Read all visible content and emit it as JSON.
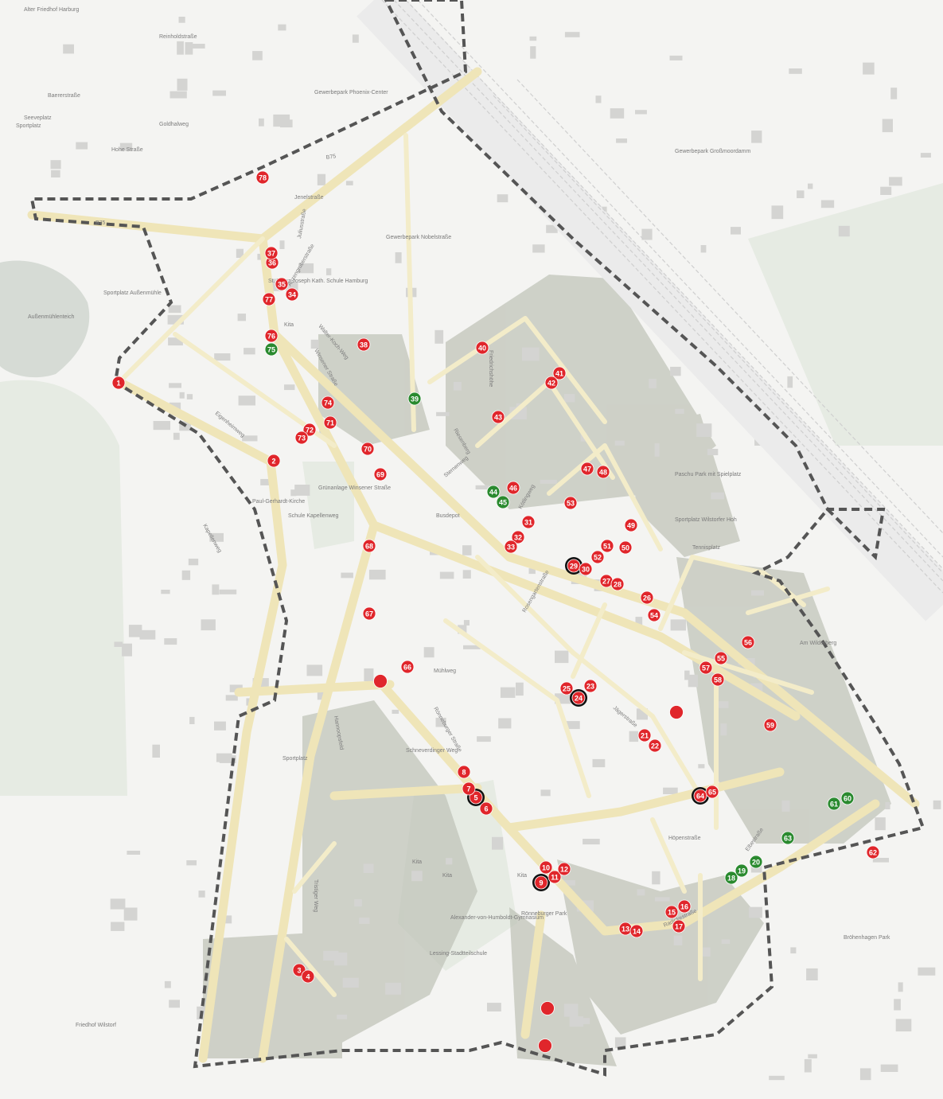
{
  "colors": {
    "background": "#f4f4f2",
    "block": "#e4e4e2",
    "building": "#d4d4d2",
    "green_area": "#e6ebe3",
    "park_area": "#bec2b6",
    "water": "#d6dbd5",
    "road_major": "#efe5b8",
    "road_minor": "#f3ecc9",
    "railway": "#cfcfcf",
    "boundary": "#555555",
    "marker_red": "#e0262b",
    "marker_green": "#2a8a2f",
    "marker_ring": "#111111"
  },
  "street_labels": [
    "Reinholdstraße",
    "Baererstraße",
    "Seeveplatz",
    "Goldhalweg",
    "Hohe Straße",
    "Sportplatz",
    "B75",
    "B75",
    "Jenelstraße",
    "Julius­straße",
    "Anzengruberstraße",
    "Winsener Straße",
    "Walter-Koch-Weg",
    "Eigenheimweg",
    "Rönneburger Straße",
    "Riesenberg",
    "Sternenweg",
    "Mühlweg",
    "Jägerstraße",
    "Rosengartenstraße",
    "Schneverdinger Weg",
    "Höpenstraße",
    "Radickestraße",
    "Kapellenweg",
    "Hannoopsfeld",
    "Tristiger Weg",
    "Am Wilderberg",
    "Friedrichshöhe",
    "Kötlingweg",
    "Elbestraße"
  ],
  "area_labels": [
    "Alter Friedhof Harburg",
    "Gewerbepark Phoenix-Center",
    "Gewerbepark Nobelstraße",
    "St. Franz Joseph Kath. Schule Hamburg",
    "Kita",
    "Grünanlage Winsener Straße",
    "Paul-Gerhardt-Kirche",
    "Schule Kapellenweg",
    "Busdepot",
    "Paschu Park mit Spielplatz",
    "Sportplatz Wilstorfer Hoh",
    "Tennisplatz",
    "Sportplatz Außenmühle",
    "Außenmühlenteich",
    "Gewerbepark Großmoordamm",
    "Kita",
    "Kita",
    "Kita",
    "Alexander-von-Humboldt-Gymnasium",
    "Lessing-Stadtteilschule",
    "Rönneburger Park",
    "Friedhof Wilstorf",
    "Sportplatz",
    "Bröhenhagen Park"
  ],
  "markers": [
    {
      "label": "1",
      "type": "red"
    },
    {
      "label": "2",
      "type": "red"
    },
    {
      "label": "3",
      "type": "red"
    },
    {
      "label": "4",
      "type": "red"
    },
    {
      "label": "5",
      "type": "red-ring"
    },
    {
      "label": "6",
      "type": "red"
    },
    {
      "label": "7",
      "type": "red"
    },
    {
      "label": "8",
      "type": "red"
    },
    {
      "label": "9",
      "type": "red-ring"
    },
    {
      "label": "10",
      "type": "red"
    },
    {
      "label": "11",
      "type": "red"
    },
    {
      "label": "12",
      "type": "red"
    },
    {
      "label": "13",
      "type": "red"
    },
    {
      "label": "14",
      "type": "red"
    },
    {
      "label": "15",
      "type": "red"
    },
    {
      "label": "16",
      "type": "red"
    },
    {
      "label": "17",
      "type": "red"
    },
    {
      "label": "18",
      "type": "green"
    },
    {
      "label": "19",
      "type": "green"
    },
    {
      "label": "20",
      "type": "green"
    },
    {
      "label": "21",
      "type": "red"
    },
    {
      "label": "22",
      "type": "red"
    },
    {
      "label": "23",
      "type": "red"
    },
    {
      "label": "24",
      "type": "red-ring"
    },
    {
      "label": "25",
      "type": "red"
    },
    {
      "label": "26",
      "type": "red"
    },
    {
      "label": "27",
      "type": "red"
    },
    {
      "label": "28",
      "type": "red"
    },
    {
      "label": "29",
      "type": "red-ring"
    },
    {
      "label": "30",
      "type": "red"
    },
    {
      "label": "31",
      "type": "red"
    },
    {
      "label": "32",
      "type": "red"
    },
    {
      "label": "33",
      "type": "red"
    },
    {
      "label": "34",
      "type": "red"
    },
    {
      "label": "35",
      "type": "red"
    },
    {
      "label": "36",
      "type": "red"
    },
    {
      "label": "37",
      "type": "red"
    },
    {
      "label": "38",
      "type": "red"
    },
    {
      "label": "39",
      "type": "green"
    },
    {
      "label": "40",
      "type": "red"
    },
    {
      "label": "41",
      "type": "red"
    },
    {
      "label": "42",
      "type": "red"
    },
    {
      "label": "43",
      "type": "red"
    },
    {
      "label": "44",
      "type": "green"
    },
    {
      "label": "45",
      "type": "green"
    },
    {
      "label": "46",
      "type": "red"
    },
    {
      "label": "47",
      "type": "red"
    },
    {
      "label": "48",
      "type": "red"
    },
    {
      "label": "49",
      "type": "red"
    },
    {
      "label": "50",
      "type": "red"
    },
    {
      "label": "51",
      "type": "red"
    },
    {
      "label": "52",
      "type": "red"
    },
    {
      "label": "53",
      "type": "red"
    },
    {
      "label": "54",
      "type": "red"
    },
    {
      "label": "55",
      "type": "red"
    },
    {
      "label": "56",
      "type": "red"
    },
    {
      "label": "57",
      "type": "red"
    },
    {
      "label": "58",
      "type": "red"
    },
    {
      "label": "59",
      "type": "red"
    },
    {
      "label": "60",
      "type": "green"
    },
    {
      "label": "61",
      "type": "green"
    },
    {
      "label": "62",
      "type": "red"
    },
    {
      "label": "63",
      "type": "green"
    },
    {
      "label": "64",
      "type": "red-ring"
    },
    {
      "label": "65",
      "type": "red"
    },
    {
      "label": "66",
      "type": "red"
    },
    {
      "label": "67",
      "type": "red"
    },
    {
      "label": "68",
      "type": "red"
    },
    {
      "label": "69",
      "type": "red"
    },
    {
      "label": "70",
      "type": "red"
    },
    {
      "label": "71",
      "type": "red"
    },
    {
      "label": "72",
      "type": "red"
    },
    {
      "label": "73",
      "type": "red"
    },
    {
      "label": "74",
      "type": "red"
    },
    {
      "label": "75",
      "type": "green"
    },
    {
      "label": "76",
      "type": "red"
    },
    {
      "label": "77",
      "type": "red"
    },
    {
      "label": "78",
      "type": "red"
    },
    {
      "label": "",
      "type": "red"
    },
    {
      "label": "",
      "type": "red"
    },
    {
      "label": "",
      "type": "red"
    },
    {
      "label": "",
      "type": "red"
    }
  ]
}
